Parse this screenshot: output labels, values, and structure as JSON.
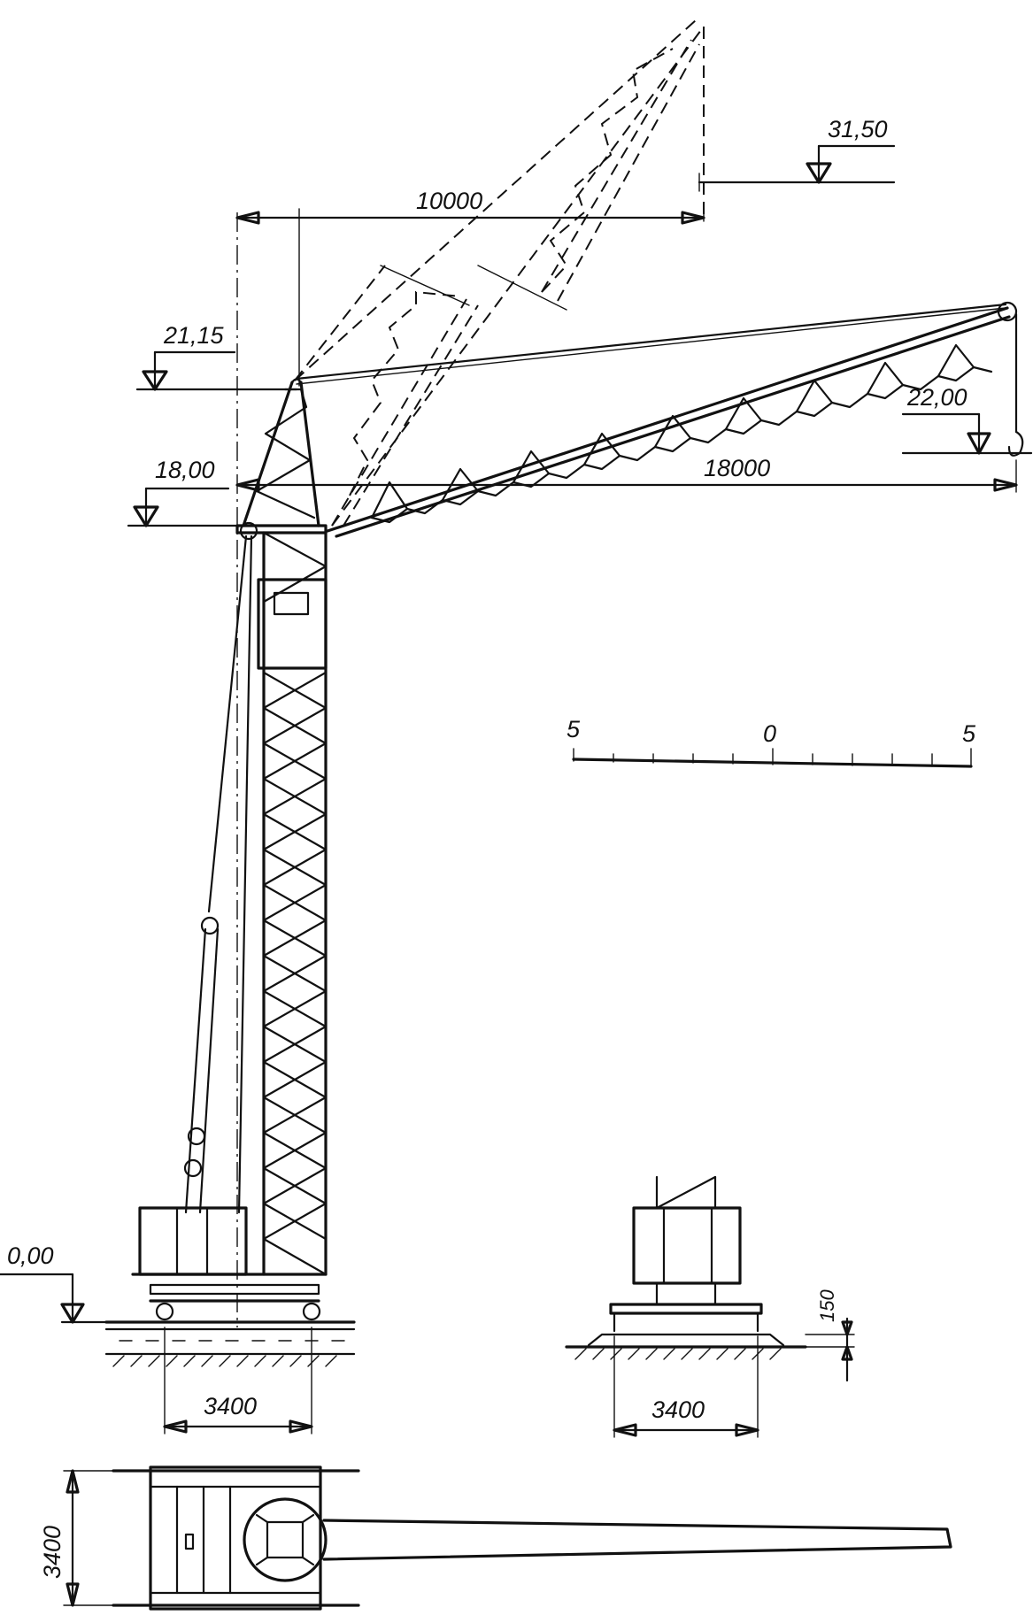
{
  "elevations": {
    "top_jib_raised": "31,50",
    "tower_head": "21,15",
    "hook_level": "22,00",
    "jib_pivot": "18,00",
    "ground": "0,00"
  },
  "dimensions": {
    "reach_raised": "10000",
    "reach_horizontal": "18000",
    "track_gauge_side": "3400",
    "track_gauge_front": "3400",
    "base_width_plan": "3400",
    "rail_height": "150"
  },
  "scale_bar": {
    "left": "5",
    "center": "0",
    "right": "5"
  }
}
